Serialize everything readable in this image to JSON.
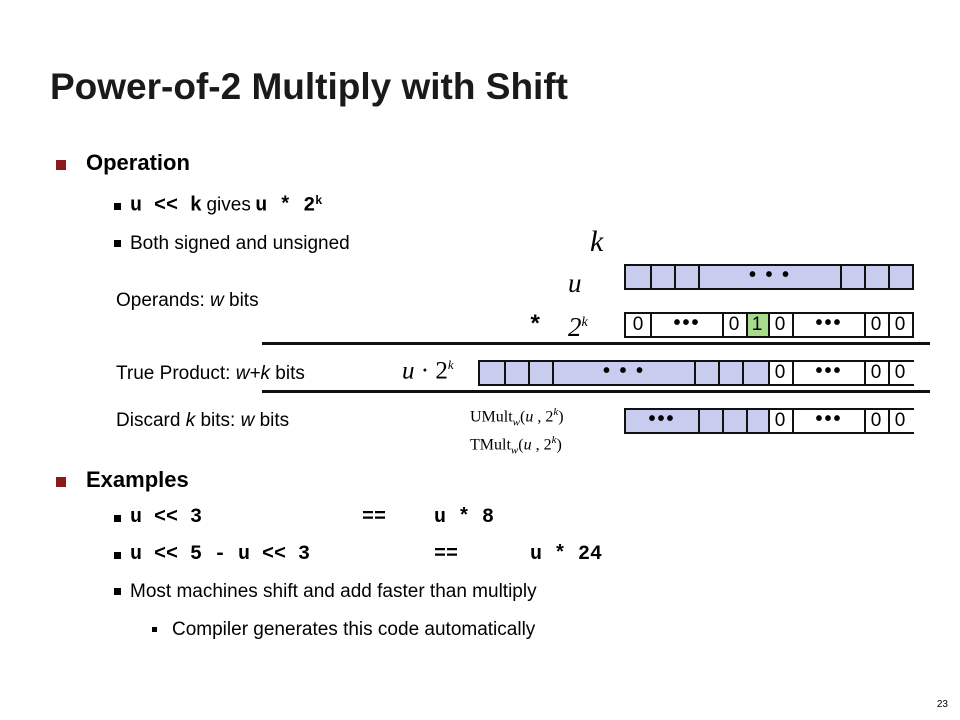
{
  "slide": {
    "title": "Power-of-2 Multiply with Shift",
    "page_number": "23"
  },
  "operation": {
    "heading": "Operation",
    "item1_code_a": "u << k",
    "item1_text": "gives",
    "item1_code_b": "u * 2",
    "item1_sup": "k",
    "item2": "Both signed and unsigned"
  },
  "diagram": {
    "k_label": "k",
    "u_label": "u",
    "times": "*",
    "two": "2",
    "two_sup": "k",
    "operands_prefix": "Operands: ",
    "operands_w": "w",
    "operands_suffix": " bits",
    "true_prefix": "True Product: ",
    "true_wk": "w+k",
    "true_suffix": "  bits",
    "uprod_u": "u",
    "uprod_dot": " · 2",
    "uprod_sup": "k",
    "discard_prefix": "Discard ",
    "discard_k": "k",
    "discard_mid": "  bits: ",
    "discard_w": "w",
    "discard_suffix": " bits",
    "umult": "UMult",
    "tmult": "TMult",
    "mult_sub": "w",
    "mult_args_open": "(",
    "mult_u": "u",
    "mult_args_mid": " , 2",
    "mult_sup": "k",
    "mult_args_close": ")",
    "dots_wide": "• • •",
    "dots": "•••",
    "zero": "0",
    "one": "1"
  },
  "examples": {
    "heading": "Examples",
    "ex1_lhs": "u << 3",
    "ex1_eq": "==",
    "ex1_rhs": "u * 8",
    "ex2_lhs": "u << 5 - u << 3",
    "ex2_eq": "==",
    "ex2_rhs": "u * 24",
    "note": "Most machines shift and add faster than multiply",
    "subnote": "Compiler generates this code automatically"
  }
}
